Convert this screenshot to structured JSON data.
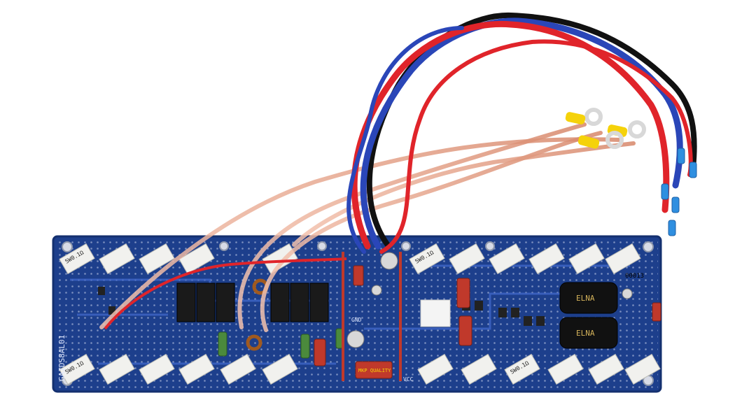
{
  "image": {
    "subject": "amplifier-circuit-board",
    "background_color": "#ffffff",
    "colors": {
      "pcb": "#1d3f8c",
      "pcb_edge": "#14306f",
      "silkscreen": "#dfe8ff",
      "resistor_body": "#f1f1ee",
      "relay": "#1a1a1a",
      "capacitor_red": "#c0392b",
      "wire_red": "#e0242a",
      "wire_blue": "#2a46b8",
      "wire_black": "#111111",
      "wire_copper": "#e8a58c",
      "terminal_yellow": "#f5d20a",
      "terminal_blue": "#2f8fe0",
      "ring_terminal": "#d8d8d8"
    }
  },
  "board": {
    "resistor_marking": "5W0.1Ω",
    "label_left": "GAIDS8AL01",
    "label_top_right": "00013",
    "label_center_top": "GND",
    "label_center_bottom": "VCC",
    "cap_label_left": "GND",
    "cap_label_right": "VCC",
    "electrolytic_label": "ELNA",
    "mkp_label": "MKP QUALITY"
  }
}
